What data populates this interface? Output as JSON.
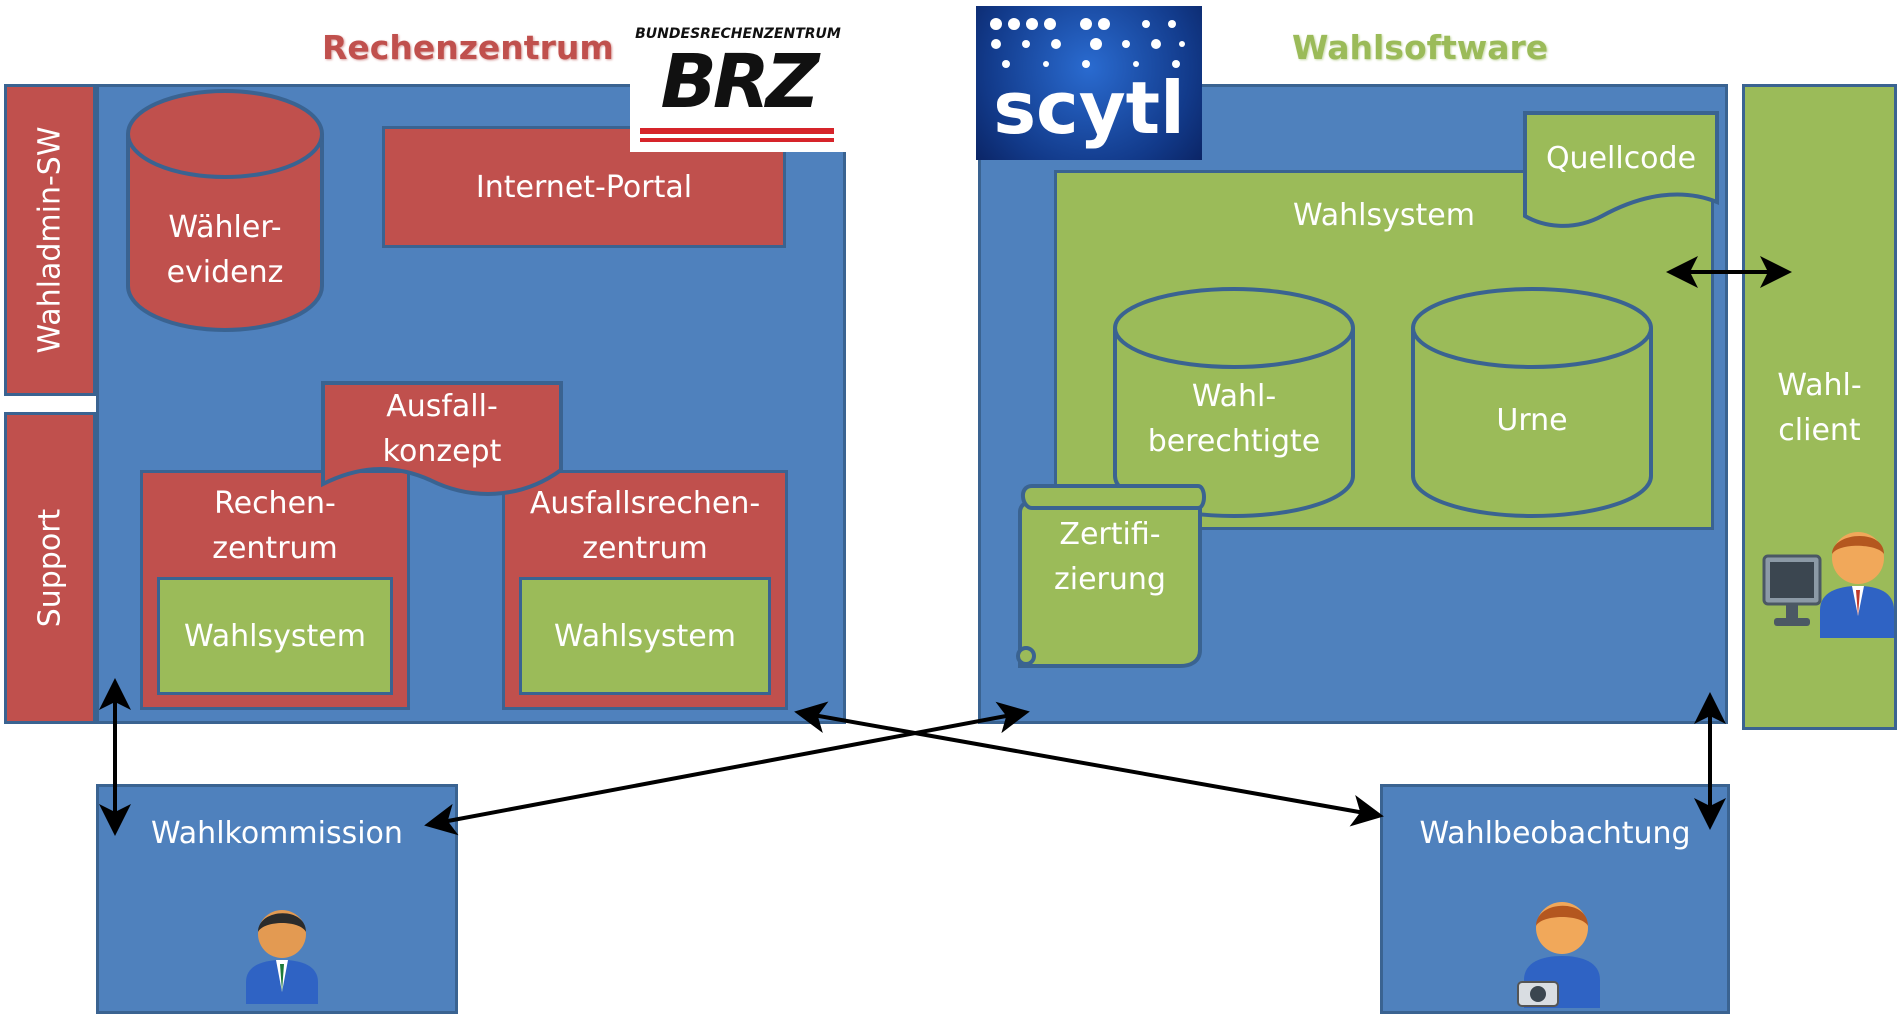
{
  "headings": {
    "rechenzentrum": "Rechenzentrum",
    "wahlsoftware": "Wahlsoftware"
  },
  "logos": {
    "brz_caption": "BUNDESRECHENZENTRUM",
    "brz_mark": "BRZ",
    "scytl": "scytl"
  },
  "left": {
    "side_wahladmin": "Wahladmin-SW",
    "side_support": "Support",
    "db_waehlerevidenz": "Wähler-\nevidenz",
    "internet_portal": "Internet-Portal",
    "ausfallkonzept": "Ausfall-\nkonzept",
    "rechenzentrum": "Rechen-\nzentrum",
    "ausfallsrechenzentrum": "Ausfallsrechen-\nzentrum",
    "wahlsystem_1": "Wahlsystem",
    "wahlsystem_2": "Wahlsystem"
  },
  "right": {
    "quellcode": "Quellcode",
    "wahlsystem": "Wahlsystem",
    "db_wahlberechtigte": "Wahl-\nberechtigte",
    "db_urne": "Urne",
    "zertifizierung": "Zertifi-\nzierung",
    "wahlclient": "Wahl-\nclient"
  },
  "bottom": {
    "wahlkommission": "Wahlkommission",
    "wahlbeobachtung": "Wahlbeobachtung"
  },
  "colors": {
    "blue": "#4f81bd",
    "red": "#c0504d",
    "green": "#9bbb59",
    "border": "#3a6391",
    "heading_red": "#c0504d",
    "heading_green": "#9bbb59"
  }
}
